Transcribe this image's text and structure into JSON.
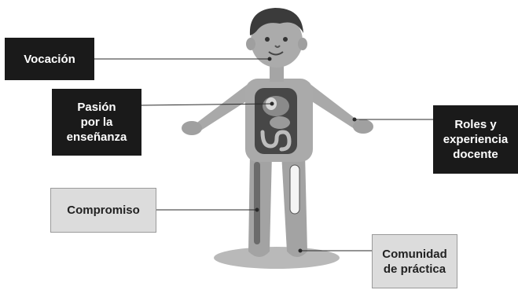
{
  "labels": {
    "vocacion": "Vocación",
    "pasion": "Pasión\npor la\nenseñanza",
    "roles": "Roles y\nexperiencia\ndocente",
    "compromiso": "Compromiso",
    "comunidad": "Comunidad\nde práctica"
  },
  "figure": {
    "icon": "boy-anatomy-figure",
    "colors": {
      "skin": "#a9a9a9",
      "hair": "#3a3a3a",
      "shadow": "#b9b9b9",
      "organs_bg": "#444444",
      "connector": "#2a2a2a"
    }
  }
}
